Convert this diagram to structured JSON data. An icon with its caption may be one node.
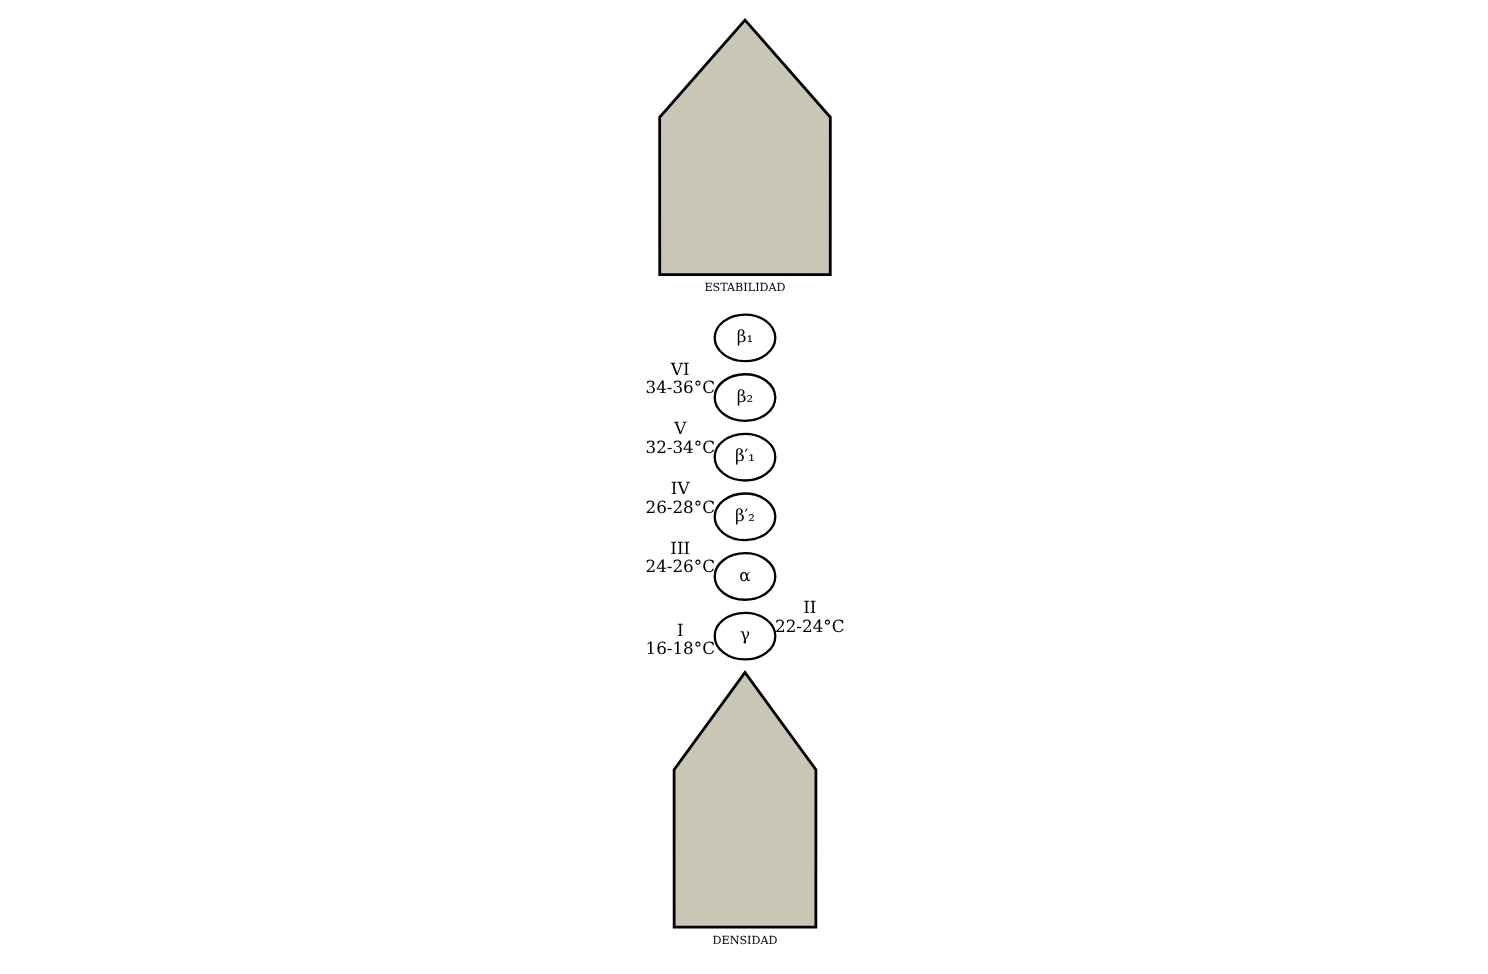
{
  "diagram": {
    "nodes": [
      {
        "text": [
          "DENSIDAD"
        ]
      },
      {
        "text": [
          "γ"
        ],
        "beside": [
          "I",
          "16-18°C"
        ]
      },
      {
        "text": [
          "α"
        ],
        "beside": [
          "II",
          "22-24°C"
        ]
      },
      {
        "text": [
          "β′₂"
        ],
        "beside": [
          "III",
          "24-26°C"
        ]
      },
      {
        "text": [
          "β′₁"
        ],
        "beside": [
          "IV",
          "26-28°C"
        ]
      },
      {
        "text": [
          "β₂"
        ],
        "beside": [
          "V",
          "32-34°C"
        ]
      },
      {
        "text": [
          "β₁"
        ],
        "beside": [
          "VI",
          "34-36°C"
        ]
      },
      {
        "text": [
          "ESTABILIDAD"
        ]
      }
    ],
    "edges": []
  }
}
